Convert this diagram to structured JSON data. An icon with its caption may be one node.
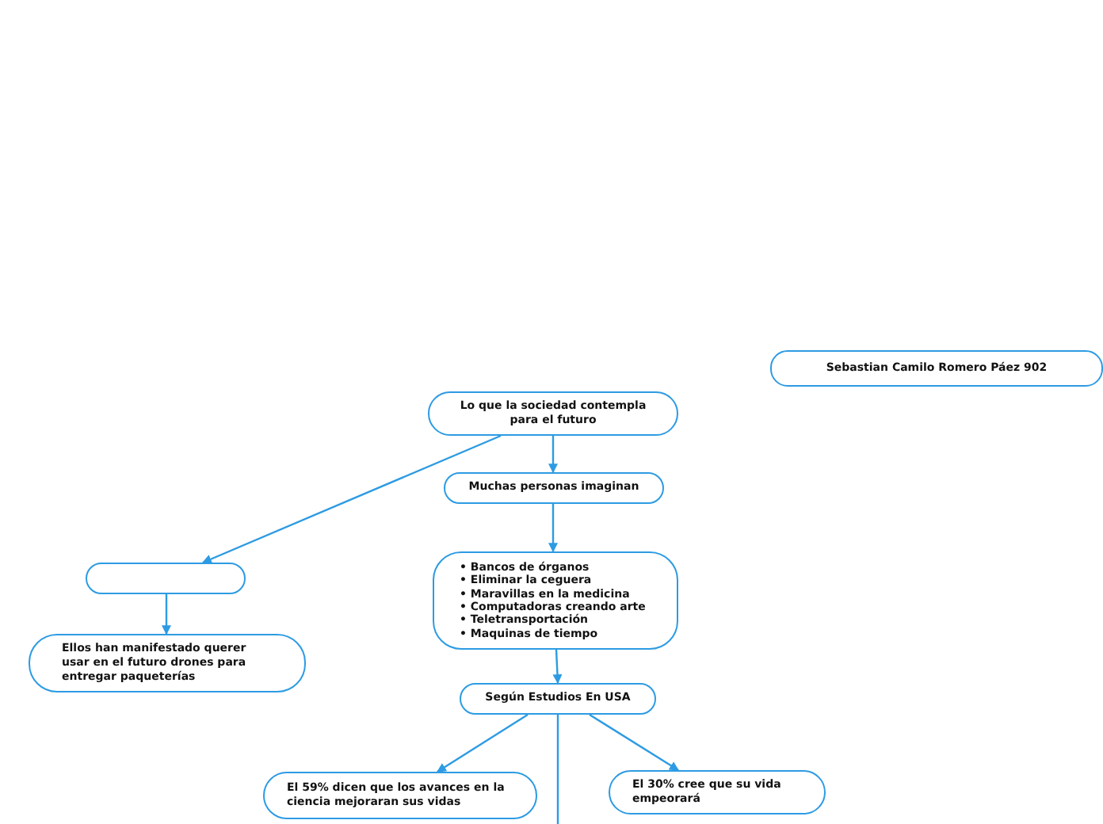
{
  "diagram": {
    "nodes": [
      {
        "text": [
          "Lo que la sociedad contempla para el futuro"
        ]
      },
      {
        "text": [
          "Muchas personas imaginan"
        ]
      },
      {
        "text": [],
        "shape": "box"
      },
      {
        "text": [
          "Ellos han manifestado querer usar en el futuro drones para entregar paqueterías"
        ]
      },
      {
        "text": [
          "• Bancos de órganos",
          "• Eliminar la ceguera",
          "• Maravillas en la medicina",
          "• Computadoras creando arte",
          "• Teletransportación",
          "• Maquinas de tiempo"
        ]
      },
      {
        "text": [
          "Según Estudios En USA"
        ]
      },
      {
        "text": [
          "El 59% dicen que los avances en la ciencia mejoraran sus vidas"
        ]
      },
      {
        "text": [
          "El 30% cree que su vida empeorará"
        ]
      },
      {
        "text": [
          "Sebastian Camilo Romero Páez 902"
        ]
      }
    ],
    "edges": [
      {
        "from": 0,
        "to": 1,
        "arrow": "to"
      },
      {
        "from": 0,
        "to": 2,
        "arrow": "to"
      },
      {
        "from": 2,
        "to": 3,
        "arrow": "to"
      },
      {
        "from": 1,
        "to": 4,
        "arrow": "to"
      },
      {
        "from": 4,
        "to": 5,
        "arrow": "to"
      },
      {
        "from": 5,
        "to": 6,
        "arrow": "to"
      },
      {
        "from": 5,
        "to": 7,
        "arrow": "to"
      },
      {
        "from": 5,
        "to": null,
        "arrow": "none"
      }
    ]
  }
}
